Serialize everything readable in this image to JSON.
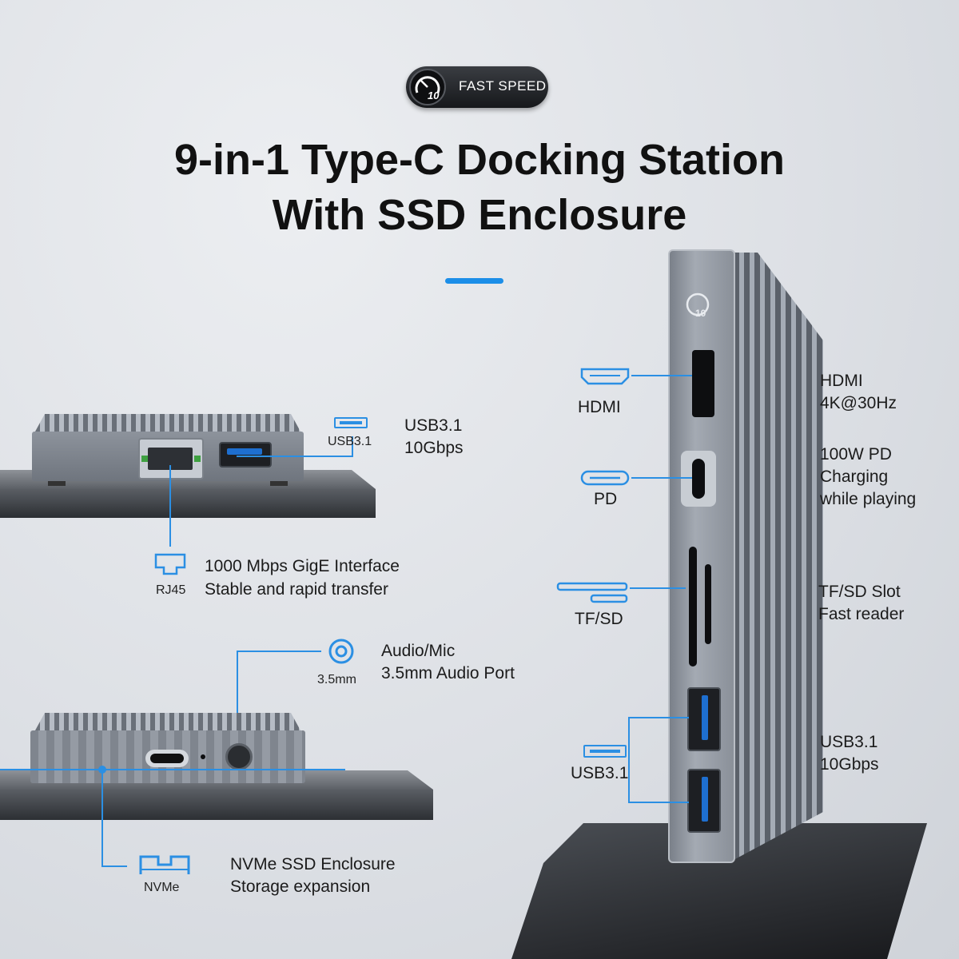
{
  "badge": {
    "text": "FAST SPEED",
    "icon": "speedometer-icon",
    "number": "10"
  },
  "title": {
    "line1": "9-in-1 Type-C Docking Station",
    "line2": "With SSD Enclosure"
  },
  "colors": {
    "accent": "#1c8ee8",
    "background": "#dfe2e7",
    "device": "#8d939c"
  },
  "left_top": {
    "usb": {
      "icon_label": "USB3.1",
      "desc1": "USB3.1",
      "desc2": "10Gbps"
    },
    "rj45": {
      "icon_label": "RJ45",
      "desc1": "1000 Mbps GigE Interface",
      "desc2": "Stable and rapid transfer"
    }
  },
  "left_bottom": {
    "audio": {
      "icon_label": "3.5mm",
      "desc1": "Audio/Mic",
      "desc2": "3.5mm Audio Port"
    },
    "nvme": {
      "icon_label": "NVMe",
      "desc1": "NVMe SSD Enclosure",
      "desc2": "Storage expansion"
    }
  },
  "right": {
    "hdmi": {
      "icon_label": "HDMI",
      "desc1": "HDMI",
      "desc2": "4K@30Hz"
    },
    "pd": {
      "icon_label": "PD",
      "desc1": "100W PD",
      "desc2": "Charging",
      "desc3": "while playing"
    },
    "tfsd": {
      "icon_label": "TF/SD",
      "desc1": "TF/SD Slot",
      "desc2": "Fast reader"
    },
    "usb": {
      "icon_label": "USB3.1",
      "desc1": "USB3.1",
      "desc2": "10Gbps"
    }
  }
}
